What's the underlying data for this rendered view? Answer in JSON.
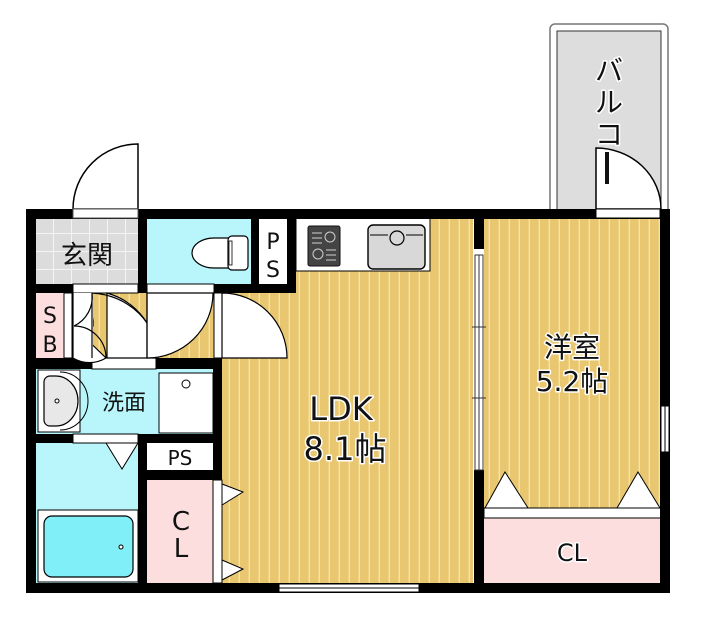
{
  "floor_plan": {
    "colors": {
      "wall": "#000000",
      "wood_floor": "#e8c770",
      "wood_stripe": "#f6e2a8",
      "wet_area": "#b8f6fb",
      "bath_tub": "#80eff7",
      "closet": "#fcdede",
      "entrance_tile": "#dcdcdc",
      "balcony": "#dddddd",
      "sink": "#d8d8d8",
      "stove": "#444444"
    },
    "rooms": {
      "genkan": {
        "label": "玄関"
      },
      "toilet_ps": {
        "label_line1": "P",
        "label_line2": "S"
      },
      "shoe_box": {
        "label_line1": "S",
        "label_line2": "B"
      },
      "washroom": {
        "label": "洗面"
      },
      "ps_small": {
        "label": "PS"
      },
      "ldk_closet": {
        "label_line1": "C",
        "label_line2": "L"
      },
      "ldk": {
        "label": "LDK",
        "size": "8.1帖"
      },
      "western_room": {
        "label": "洋室",
        "size": "5.2帖"
      },
      "room_closet": {
        "label": "CL"
      },
      "balcony": {
        "label_chars": [
          "バ",
          "ル",
          "コ",
          "ー"
        ]
      }
    }
  }
}
